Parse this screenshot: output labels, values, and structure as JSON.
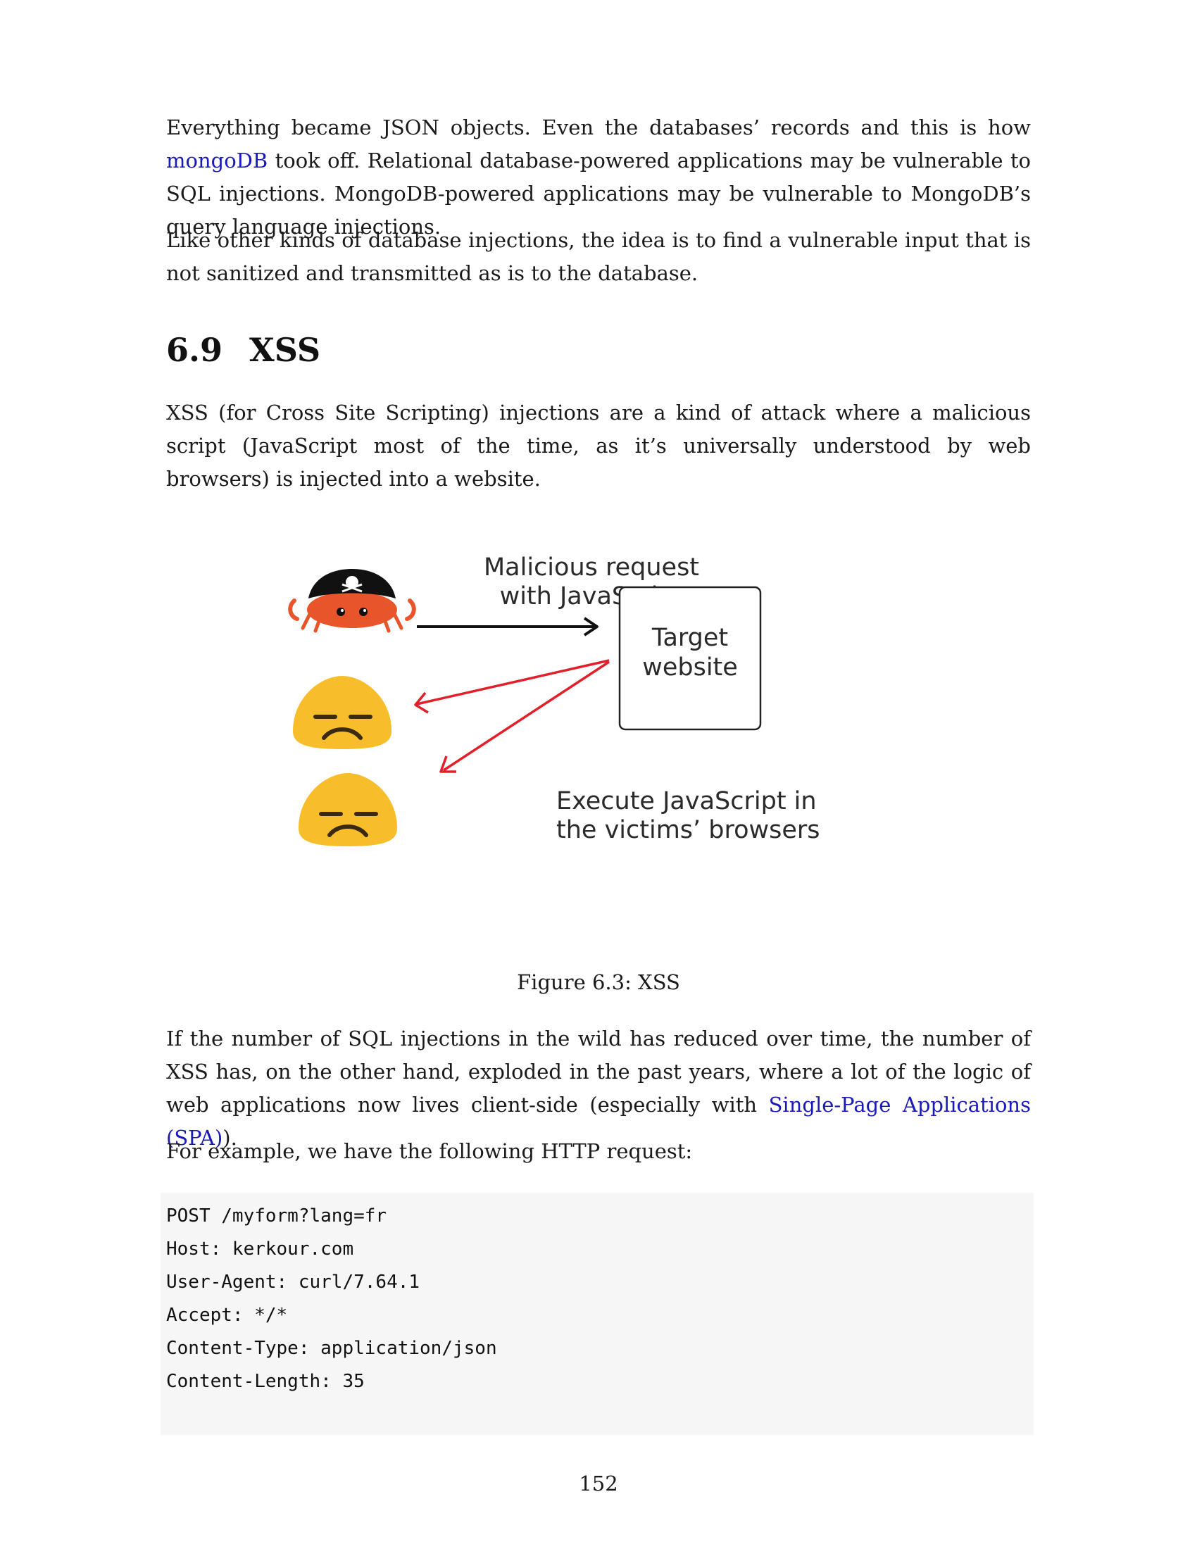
{
  "paragraphs": {
    "p1": {
      "part1": "Everything became JSON objects. Even the databases’ records and this is how ",
      "link": "mongoDB",
      "part2": " took off. Relational database-powered applications may be vulnerable to SQL injections. MongoDB-powered applications may be vulnerable to MongoDB’s query language injections."
    },
    "p2": "Like other kinds of database injections, the idea is to find a vulnerable input that is not sanitized and transmitted as is to the database.",
    "p3": "XSS (for Cross Site Scripting) injections are a kind of attack where a malicious script (JavaScript most of the time, as it’s universally understood by web browsers) is injected into a website.",
    "p4": {
      "part1": "If the number of SQL injections in the wild has reduced over time, the number of XSS has, on the other hand, exploded in the past years, where a lot of the logic of web applications now lives client-side (especially with ",
      "link": "Single-Page Applications (SPA)",
      "part2": ")."
    },
    "p5": "For example, we have the following HTTP request:"
  },
  "section": {
    "number": "6.9",
    "title": "XSS"
  },
  "figure": {
    "request_label_line1": "Malicious  request",
    "request_label_line2": "with JavaScript",
    "target_line1": "Target",
    "target_line2": "website",
    "execute_line1": "Execute JavaScript in",
    "execute_line2": "the victims’ browsers",
    "caption": "Figure 6.3: XSS",
    "colors": {
      "arrow_black": "#111111",
      "arrow_red": "#e0202a",
      "crab": "#e8552b",
      "face": "#f8bd2a",
      "hat": "#111111"
    }
  },
  "code_block": {
    "lines": [
      "POST /myform?lang=fr",
      "Host: kerkour.com",
      "User-Agent: curl/7.64.1",
      "Accept: */*",
      "Content-Type: application/json",
      "Content-Length: 35"
    ]
  },
  "page_number": "152"
}
